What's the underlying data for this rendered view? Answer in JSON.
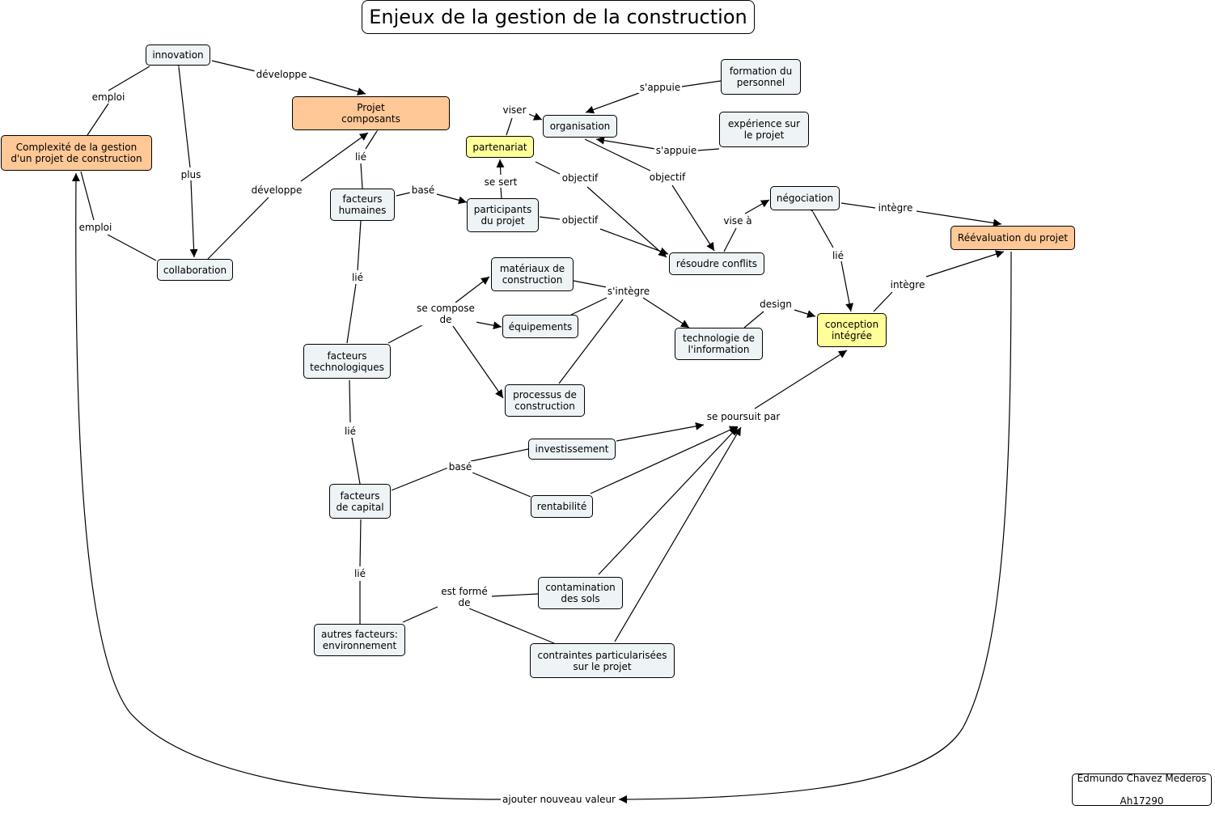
{
  "title": "Enjeux de la gestion de la construction",
  "author": {
    "name": "Edmundo Chavez Mederos",
    "id": "Ah17290"
  },
  "colors": {
    "default_node": "#eef3f5",
    "highlight_orange": "#ffc896",
    "highlight_yellow": "#ffff99",
    "line": "#000000"
  },
  "nodes": {
    "innovation": "innovation",
    "projet": "Projet\ncomposants",
    "complexite": "Complexité de la gestion\nd'un projet de construction",
    "collaboration": "collaboration",
    "facteurs_humaines": "facteurs\nhumaines",
    "partenariat": "partenariat",
    "participants": "participants\ndu projet",
    "organisation": "organisation",
    "formation": "formation du\npersonnel",
    "experience": "expérience sur\nle projet",
    "negociation": "négociation",
    "reevaluation": "Réévaluation du projet",
    "resoudre": "résoudre conflits",
    "materiaux": "matériaux de\nconstruction",
    "equipements": "équipements",
    "processus": "processus de\nconstruction",
    "techno_info": "technologie de\nl'information",
    "conception": "conception\nintégrée",
    "facteurs_tech": "facteurs\ntechnologiques",
    "investissement": "investissement",
    "rentabilite": "rentabilité",
    "facteurs_capital": "facteurs\nde capital",
    "contamination": "contamination\ndes sols",
    "contraintes": "contraintes particularisées\nsur le projet",
    "autres": "autres facteurs:\nenvironnement"
  },
  "labels": {
    "emploi_1": "emploi",
    "developpe_1": "développe",
    "plus": "plus",
    "emploi_2": "emploi",
    "developpe_2": "développe",
    "lie_1": "lié",
    "base_1": "basé",
    "viser": "viser",
    "se_sert": "se sert",
    "sappuie_1": "s'appuie",
    "sappuie_2": "s'appuie",
    "objectif_1": "objectif",
    "objectif_2": "objectif",
    "objectif_3": "objectif",
    "vise_a": "vise à",
    "integre_1": "intègre",
    "lie_neg": "lié",
    "integre_2": "intègre",
    "lie_2": "lié",
    "se_compose": "se compose\nde",
    "sintegre": "s'intègre",
    "design": "design",
    "se_poursuit": "se poursuit par",
    "lie_3": "lié",
    "base_2": "basé",
    "lie_4": "lié",
    "est_forme": "est formé\nde",
    "ajouter": "ajouter nouveau valeur"
  }
}
